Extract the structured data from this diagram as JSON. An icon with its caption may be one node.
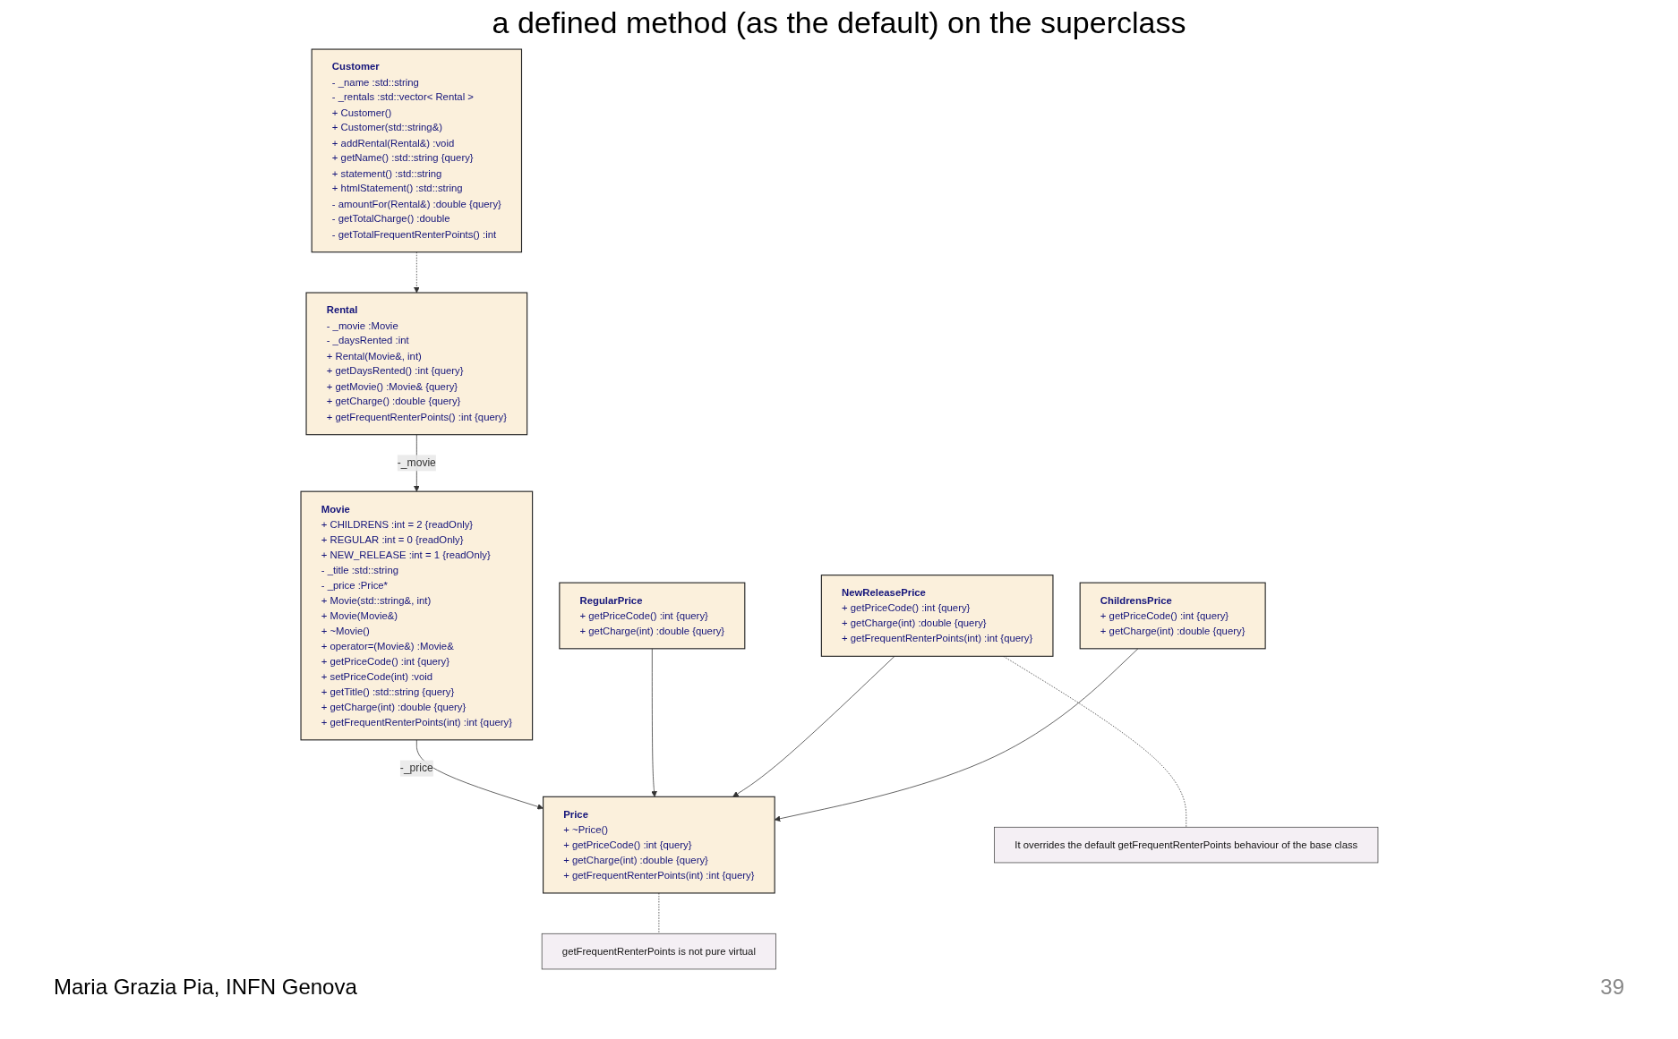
{
  "diagram": {
    "title": "a defined method (as the default) on the superclass",
    "nodes": [
      {
        "text": [
          "Movie",
          "+ CHILDRENS :int = 2 {readOnly}",
          "+ REGULAR :int = 0 {readOnly}",
          "+ NEW_RELEASE :int = 1 {readOnly}",
          "- _title :std::string",
          "- _price :Price*",
          "+ Movie(std::string&, int)",
          "+ Movie(Movie&)",
          "+ ~Movie()",
          "+ operator=(Movie&) :Movie&",
          "+ getPriceCode() :int {query}",
          "+ setPriceCode(int) :void",
          "+ getTitle() :std::string {query}",
          "+ getCharge(int) :double {query}",
          "+ getFrequentRenterPoints(int) :int {query}"
        ]
      },
      {
        "text": [
          "Price",
          "+ ~Price()",
          "+ getPriceCode() :int {query}",
          "+ getCharge(int) :double {query}",
          "+ getFrequentRenterPoints(int) :int {query}"
        ]
      },
      {
        "text": [
          "getFrequentRenterPoints is not pure virtual"
        ]
      },
      {
        "text": [
          "RegularPrice",
          "+ getPriceCode() :int {query}",
          "+ getCharge(int) :double {query}"
        ]
      },
      {
        "text": [
          "NewReleasePrice",
          "+ getPriceCode() :int {query}",
          "+ getCharge(int) :double {query}",
          "+ getFrequentRenterPoints(int) :int {query}"
        ]
      },
      {
        "text": [
          "ChildrensPrice",
          "+ getPriceCode() :int {query}",
          "+ getCharge(int) :double {query}"
        ]
      },
      {
        "text": [
          "It overrides the default getFrequentRenterPoints behaviour of the base class"
        ]
      },
      {
        "text": [
          "Rental",
          "- _movie :Movie",
          "- _daysRented :int",
          "+ Rental(Movie&, int)",
          "+ getDaysRented() :int {query}",
          "+ getMovie() :Movie& {query}",
          "+ getCharge() :double {query}",
          "+ getFrequentRenterPoints() :int {query}"
        ]
      },
      {
        "text": [
          "Customer",
          "- _name :std::string",
          "- _rentals :std::vector< Rental >",
          "+ Customer()",
          "+ Customer(std::string&)",
          "+ addRental(Rental&) :void",
          "+ getName() :std::string {query}",
          "+ statement() :std::string",
          "+ htmlStatement() :std::string",
          "- amountFor(Rental&) :double {query}",
          "- getTotalCharge() :double",
          "- getTotalFrequentRenterPoints() :int"
        ]
      }
    ],
    "edges": [
      {
        "from": 0,
        "to": 1,
        "arrow": "to",
        "label": "-_price"
      },
      {
        "from": 1,
        "to": 2,
        "arrow": "none",
        "style": "dashed"
      },
      {
        "from": 3,
        "to": 1,
        "arrow": "to"
      },
      {
        "from": 4,
        "to": 1,
        "arrow": "to"
      },
      {
        "from": 5,
        "to": 1,
        "arrow": "to"
      },
      {
        "from": 4,
        "to": 6,
        "arrow": "none",
        "style": "dashed"
      },
      {
        "from": 7,
        "to": 0,
        "arrow": "to",
        "label": "-_movie"
      },
      {
        "from": 8,
        "to": 7,
        "arrow": "to",
        "style": "dashed"
      }
    ],
    "labels": [
      "Maria Grazia Pia, INFN Genova",
      "39"
    ]
  }
}
